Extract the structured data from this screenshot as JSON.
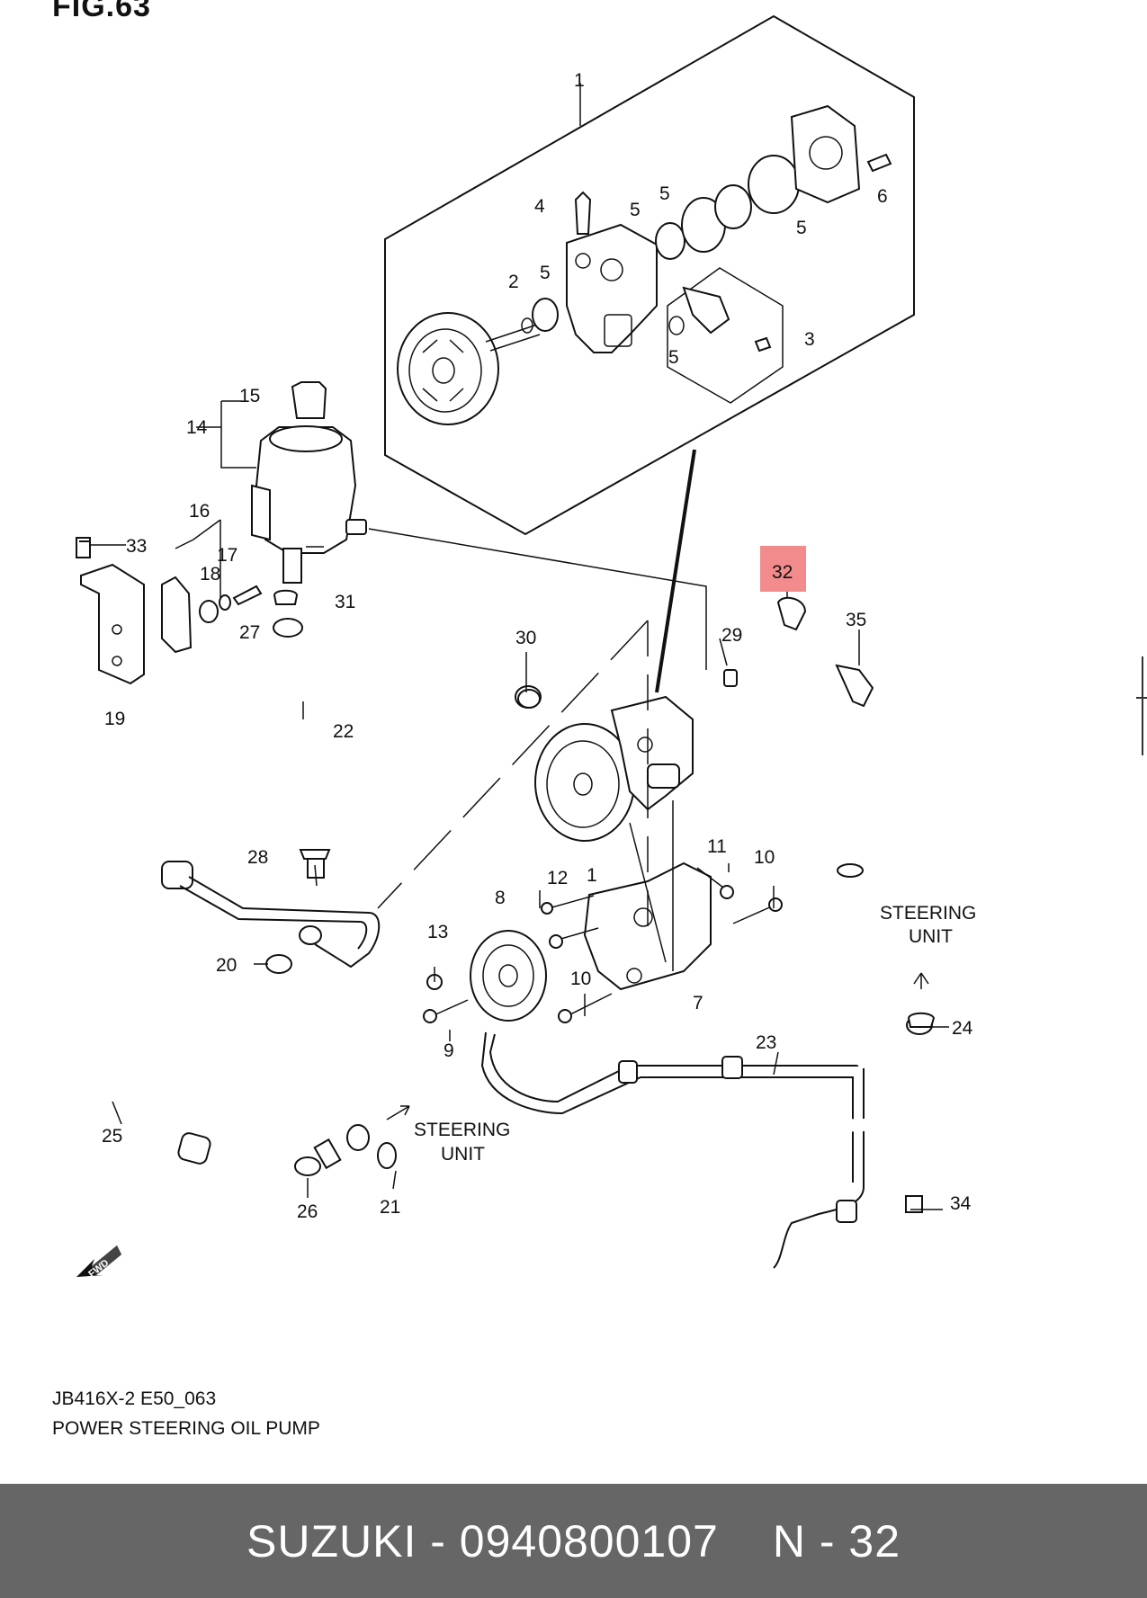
{
  "figure": {
    "title": "FIG.63",
    "code": "JB416X-2 E50_063",
    "name": "POWER STEERING OIL PUMP"
  },
  "annotations": {
    "steering_unit_upper": [
      "STEERING",
      "UNIT"
    ],
    "steering_unit_lower": [
      "STEERING",
      "UNIT"
    ],
    "fwd": "FWD"
  },
  "callouts": [
    "1",
    "2",
    "3",
    "4",
    "5",
    "5",
    "5",
    "5",
    "5",
    "6",
    "7",
    "8",
    "9",
    "10",
    "10",
    "11",
    "12",
    "13",
    "14",
    "15",
    "16",
    "17",
    "18",
    "19",
    "20",
    "21",
    "22",
    "23",
    "24",
    "25",
    "26",
    "27",
    "28",
    "29",
    "30",
    "31",
    "32",
    "33",
    "34",
    "35",
    "1"
  ],
  "highlight": {
    "label": "32",
    "color": "#f28b8b"
  },
  "footer": {
    "brand": "SUZUKI - 0940800107",
    "ref": "N - 32"
  }
}
